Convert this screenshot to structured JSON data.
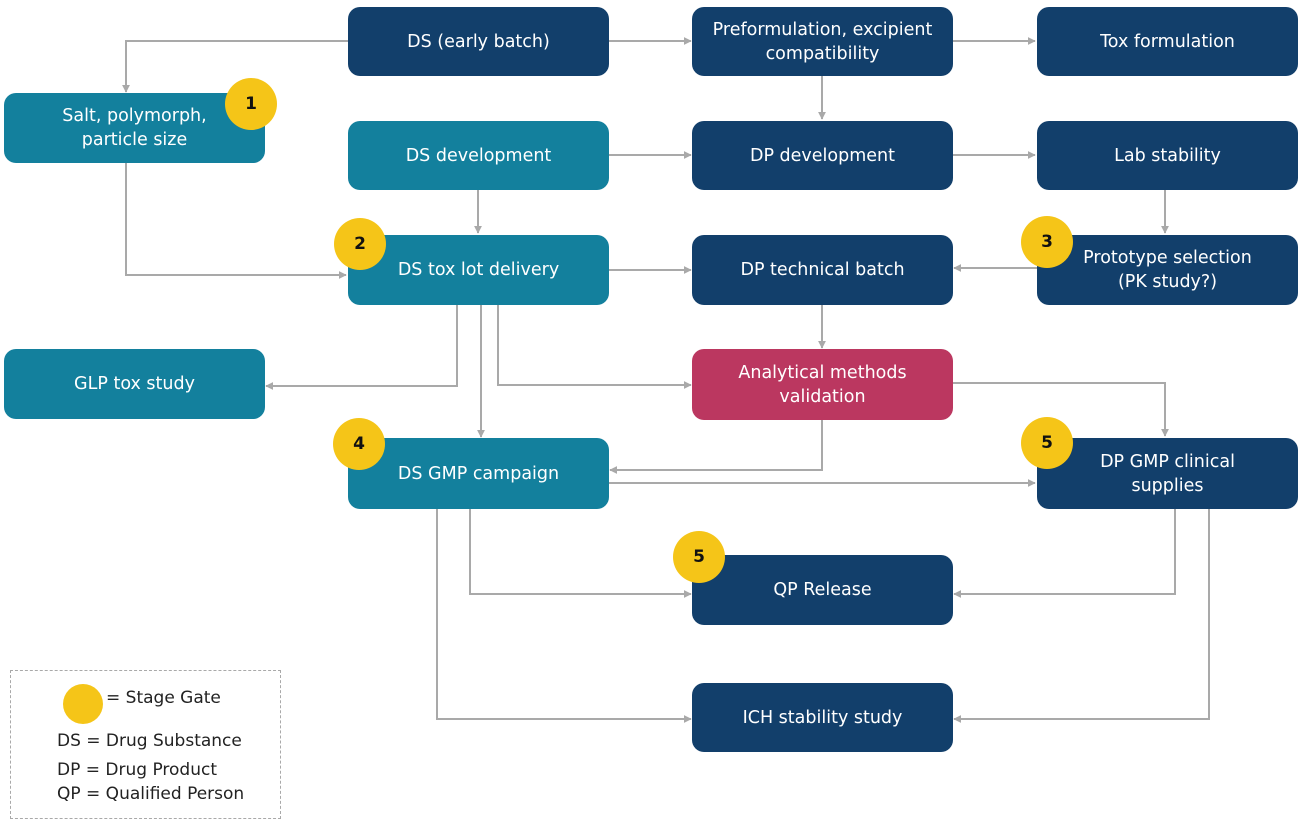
{
  "colors": {
    "navy": "#123f6b",
    "teal": "#13809d",
    "crimson": "#bb3760",
    "gold": "#f5c518",
    "connector": "#a9a9a9"
  },
  "nodes": {
    "ds_early_batch": "DS (early batch)",
    "preformulation": "Preformulation, excipient\ncompatibility",
    "tox_formulation": "Tox formulation",
    "salt_polymorph": "Salt, polymorph,\nparticle size",
    "ds_development": "DS development",
    "dp_development": "DP development",
    "lab_stability": "Lab stability",
    "ds_tox_lot": "DS tox lot delivery",
    "dp_technical_batch": "DP technical batch",
    "prototype_selection": "Prototype selection\n(PK study?)",
    "glp_tox_study": "GLP tox study",
    "analytical_methods": "Analytical methods\nvalidation",
    "ds_gmp_campaign": "DS GMP campaign",
    "dp_gmp_clinical": "DP GMP clinical\nsupplies",
    "qp_release": "QP Release",
    "ich_stability": "ICH stability study"
  },
  "stage_gates": {
    "salt_polymorph": "1",
    "ds_tox_lot": "2",
    "prototype_selection": "3",
    "ds_gmp_campaign": "4",
    "dp_gmp_clinical": "5",
    "qp_release": "5"
  },
  "legend": {
    "stage_gate": "= Stage Gate",
    "ds": "DS = Drug Substance",
    "dp": "DP = Drug Product",
    "qp": "QP = Qualified Person"
  }
}
